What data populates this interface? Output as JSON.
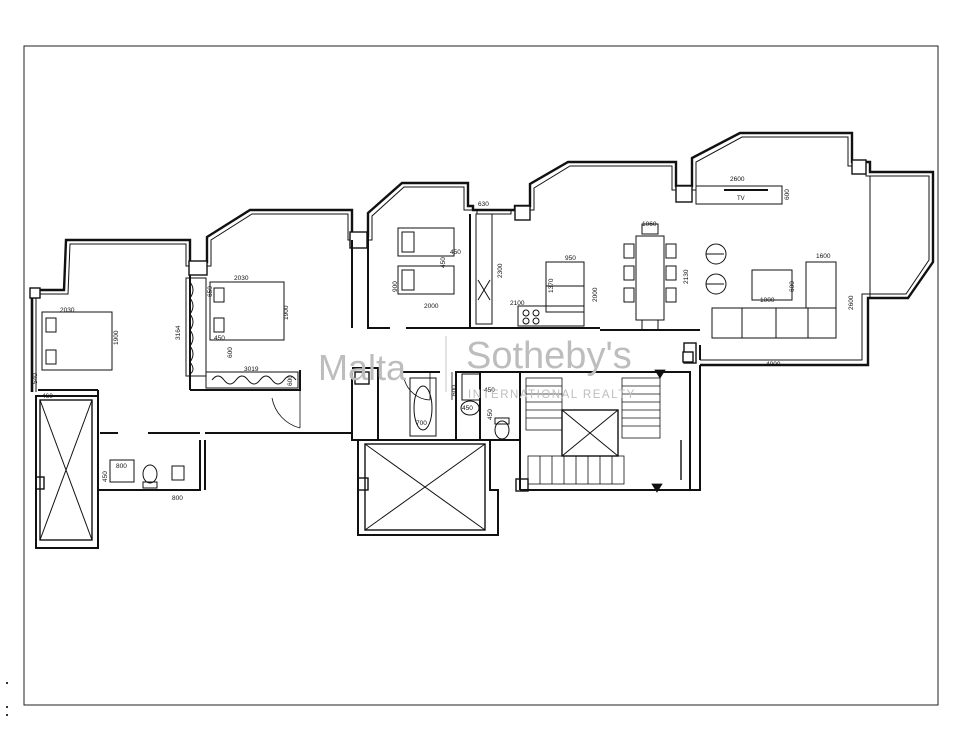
{
  "watermark": {
    "region": "Malta",
    "brand": "Sotheby's",
    "tagline": "INTERNATIONAL REALTY"
  },
  "room_labels": {
    "tv": "TV"
  },
  "dimensions": {
    "bed1_width": "2030",
    "bed1_length": "1900",
    "bed1_side": "540",
    "bed1_bottom": "460",
    "bath1_width": "800",
    "bath1_left": "450",
    "bath1_bottom": "800",
    "bed2_width": "2030",
    "bed2_length": "1900",
    "bed2_wardrobe": "3164",
    "bed2_a": "650",
    "bed2_b": "450",
    "bed2_c": "600",
    "bed2_wardrobe_len": "3019",
    "bed2_wardrobe_d": "600",
    "bed3_w": "900",
    "bed3_a": "450",
    "bed3_b": "450",
    "bed3_len": "2000",
    "kitchen_top": "630",
    "kitchen_len": "2300",
    "kitchen_bottom": "2100",
    "kitchen_unit": "950",
    "kitchen_island": "1370",
    "kitchen_depth": "2000",
    "bath2_a": "600",
    "bath2_w": "700",
    "bath2_b": "450",
    "bath2_c": "450",
    "bath2_d": "450",
    "dining_w": "1060",
    "dining_len": "2130",
    "tv_len": "2600",
    "tv_d": "600",
    "sofa_w": "1600",
    "sofa_d": "600",
    "sofa_len": "1000",
    "lounge_len": "2600",
    "lounge_bottom": "4000"
  }
}
